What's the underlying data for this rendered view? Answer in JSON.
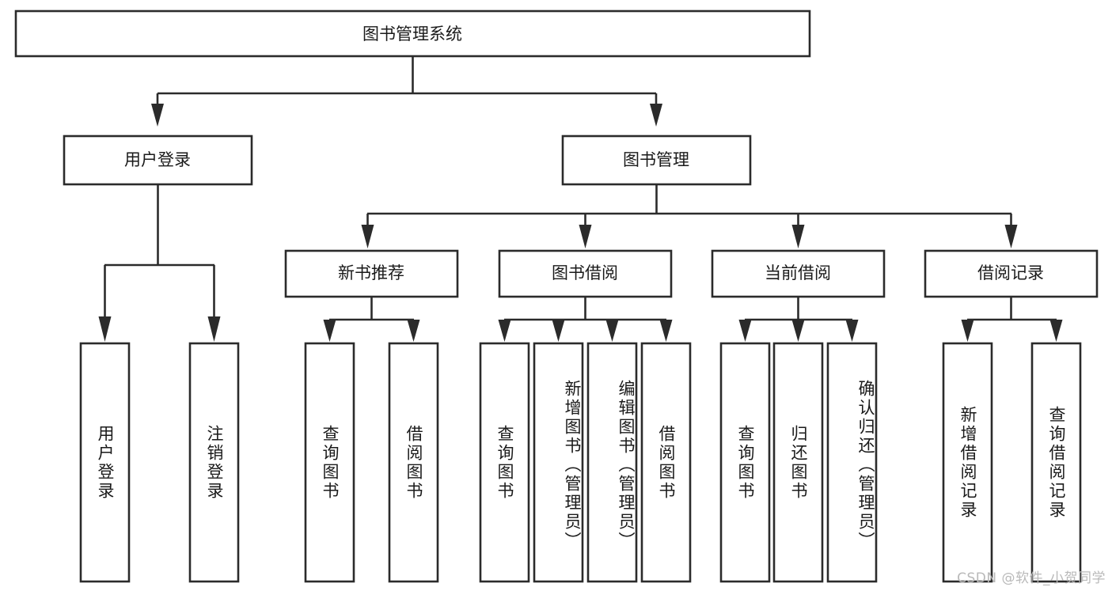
{
  "diagram": {
    "title": "图书管理系统",
    "type": "tree-hierarchy-chart",
    "root": {
      "id": "root",
      "label": "图书管理系统",
      "orientation": "horizontal"
    },
    "level2": [
      {
        "id": "user-login",
        "label": "用户登录",
        "orientation": "horizontal"
      },
      {
        "id": "book-management",
        "label": "图书管理",
        "orientation": "horizontal"
      }
    ],
    "level3": [
      {
        "id": "new-book-recommend",
        "label": "新书推荐",
        "orientation": "horizontal"
      },
      {
        "id": "book-borrow",
        "label": "图书借阅",
        "orientation": "horizontal"
      },
      {
        "id": "current-borrow",
        "label": "当前借阅",
        "orientation": "horizontal"
      },
      {
        "id": "borrow-record",
        "label": "借阅记录",
        "orientation": "horizontal"
      }
    ],
    "leaves": [
      {
        "id": "leaf-user-login",
        "label": "用户登录",
        "parent": "user-login",
        "orientation": "vertical"
      },
      {
        "id": "leaf-user-logout",
        "label": "注销登录",
        "parent": "user-login",
        "orientation": "vertical"
      },
      {
        "id": "leaf-query-book-1",
        "label": "查询图书",
        "parent": "new-book-recommend",
        "orientation": "vertical"
      },
      {
        "id": "leaf-borrow-book-1",
        "label": "借阅图书",
        "parent": "new-book-recommend",
        "orientation": "vertical"
      },
      {
        "id": "leaf-query-book-2",
        "label": "查询图书",
        "parent": "book-borrow",
        "orientation": "vertical"
      },
      {
        "id": "leaf-add-book",
        "label": "新增图书（管理员）",
        "parent": "book-borrow",
        "orientation": "vertical"
      },
      {
        "id": "leaf-edit-book",
        "label": "编辑图书（管理员）",
        "parent": "book-borrow",
        "orientation": "vertical"
      },
      {
        "id": "leaf-borrow-book-2",
        "label": "借阅图书",
        "parent": "book-borrow",
        "orientation": "vertical"
      },
      {
        "id": "leaf-query-book-3",
        "label": "查询图书",
        "parent": "current-borrow",
        "orientation": "vertical"
      },
      {
        "id": "leaf-return-book",
        "label": "归还图书",
        "parent": "current-borrow",
        "orientation": "vertical"
      },
      {
        "id": "leaf-confirm-return",
        "label": "确认归还（管理员）",
        "parent": "current-borrow",
        "orientation": "vertical"
      },
      {
        "id": "leaf-add-record",
        "label": "新增借阅记录",
        "parent": "borrow-record",
        "orientation": "vertical"
      },
      {
        "id": "leaf-query-record",
        "label": "查询借阅记录",
        "parent": "borrow-record",
        "orientation": "vertical"
      }
    ],
    "colors": {
      "stroke": "#2b2b2b",
      "fill": "#ffffff",
      "text": "#1a1a1a",
      "watermark": "#b9b9b9"
    }
  },
  "watermark": {
    "text": "CSDN @软件_小贺同学"
  }
}
